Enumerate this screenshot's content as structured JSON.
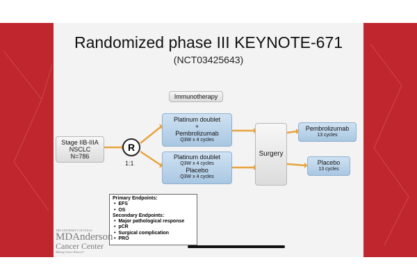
{
  "slide": {
    "title": "Randomized phase III KEYNOTE-671",
    "subtitle": "(NCT03425643)"
  },
  "flow": {
    "immunotherapy_label": "Immunotherapy",
    "population": [
      "Stage IIB-IIIA",
      "NSCLC",
      "N=786"
    ],
    "randomize_symbol": "R",
    "ratio": "1:1",
    "arm1": {
      "line1": "Platinum doublet",
      "line2": "+",
      "line3": "Pembrolizumab",
      "line4": "Q3W x 4 cycles"
    },
    "arm2": {
      "line1": "Platinum doublet",
      "line2": "Q3W x 4 cycles",
      "line3": "Placebo",
      "line4": "Q3W x 4 cycles"
    },
    "surgery": "Surgery",
    "adj1": {
      "line1": "Pembrolizumab",
      "line2": "13 cycles"
    },
    "adj2": {
      "line1": "Placebo",
      "line2": "13 cycles"
    }
  },
  "endpoints": {
    "primary_header": "Primary Endpoints:",
    "primary": [
      "EFS",
      "OS"
    ],
    "secondary_header": "Secondary Endpoints:",
    "secondary": [
      "Major pathological response",
      "pCR",
      "Surgical complication",
      "PRO"
    ],
    "bullet": "•"
  },
  "logo": {
    "top": "THE UNIVERSITY OF TEXAS",
    "line1": "MDAnderson",
    "line2": "Cancer Center",
    "tagline": "Making Cancer History®"
  },
  "colors": {
    "side_panel": "#c0262d",
    "arrow": "#e8a33c",
    "box_blue": "#bcd5ec"
  }
}
